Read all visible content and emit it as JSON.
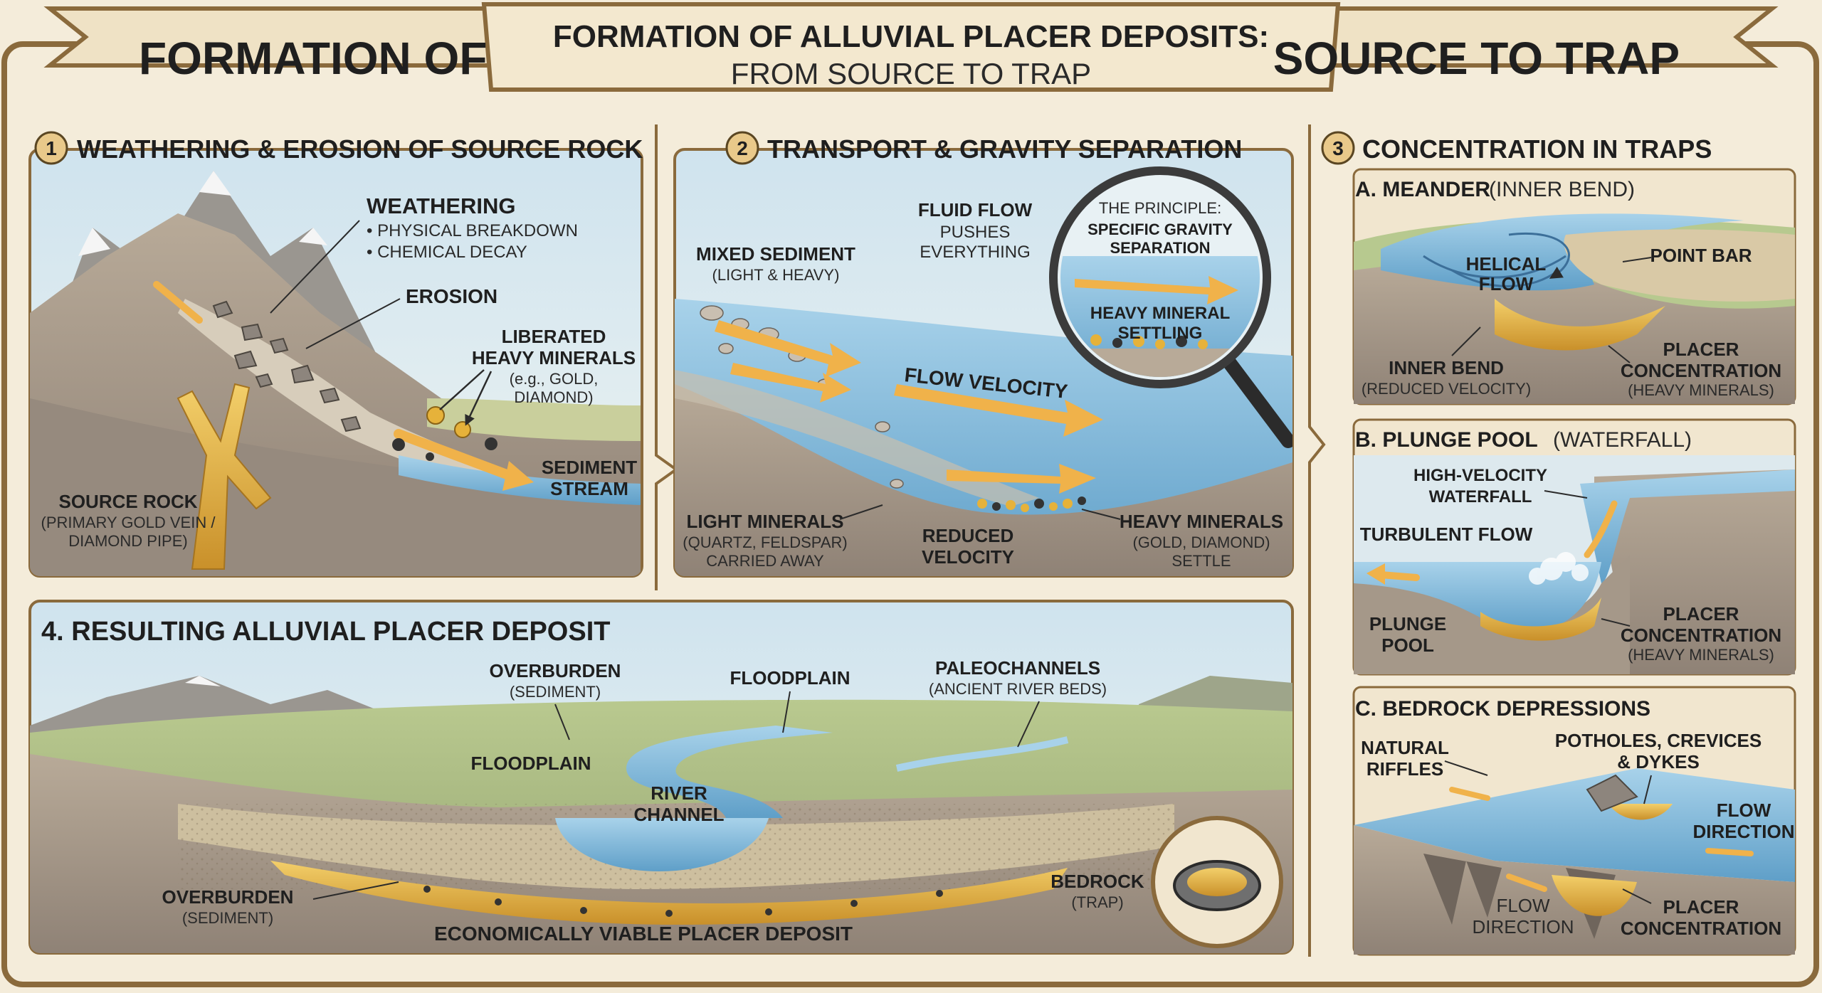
{
  "banner": {
    "left": "FORMATION OF",
    "center_title": "FORMATION OF ALLUVIAL PLACER DEPOSITS:",
    "center_sub": "FROM SOURCE TO TRAP",
    "right": "SOURCE TO TRAP"
  },
  "panel1": {
    "number": "1",
    "title": "WEATHERING & EROSION OF SOURCE ROCK",
    "weathering": "WEATHERING",
    "physical": "• PHYSICAL BREAKDOWN",
    "chemical": "• CHEMICAL DECAY",
    "erosion": "EROSION",
    "liberated_1": "LIBERATED",
    "liberated_2": "HEAVY MINERALS",
    "liberated_3": "(e.g., GOLD,",
    "liberated_4": "DIAMOND)",
    "sediment_1": "SEDIMENT",
    "sediment_2": "STREAM",
    "source_1": "SOURCE ROCK",
    "source_2": "(PRIMARY GOLD VEIN /",
    "source_3": "DIAMOND PIPE)"
  },
  "panel2": {
    "number": "2",
    "title": "TRANSPORT & GRAVITY SEPARATION",
    "mixed_1": "MIXED SEDIMENT",
    "mixed_2": "(LIGHT & HEAVY)",
    "fluid_1": "FLUID FLOW",
    "fluid_2": "PUSHES",
    "fluid_3": "EVERYTHING",
    "principle_1": "THE PRINCIPLE:",
    "principle_2": "SPECIFIC GRAVITY",
    "principle_3": "SEPARATION",
    "settling_1": "HEAVY MINERAL",
    "settling_2": "SETTLING",
    "flow_velocity": "FLOW VELOCITY",
    "light_1": "LIGHT MINERALS",
    "light_2": "(QUARTZ, FELDSPAR)",
    "light_3": "CARRIED AWAY",
    "reduced_1": "REDUCED",
    "reduced_2": "VELOCITY",
    "heavy_1": "HEAVY MINERALS",
    "heavy_2": "(GOLD, DIAMOND)",
    "heavy_3": "SETTLE"
  },
  "panel3": {
    "number": "3",
    "title": "CONCENTRATION IN TRAPS",
    "a_title": "A. MEANDER",
    "a_sub": "(INNER BEND)",
    "helical_1": "HELICAL",
    "helical_2": "FLOW",
    "point_bar": "POINT BAR",
    "inner_1": "INNER BEND",
    "inner_2": "(REDUCED VELOCITY)",
    "placer_1": "PLACER",
    "placer_2": "CONCENTRATION",
    "placer_3": "(HEAVY MINERALS)",
    "b_title": "B. PLUNGE POOL",
    "b_sub": "(WATERFALL)",
    "hv_1": "HIGH-VELOCITY",
    "hv_2": "WATERFALL",
    "turbulent": "TURBULENT FLOW",
    "plunge_1": "PLUNGE",
    "plunge_2": "POOL",
    "c_title": "C. BEDROCK DEPRESSIONS",
    "riffles_1": "NATURAL",
    "riffles_2": "RIFFLES",
    "potholes_1": "POTHOLES, CREVICES",
    "potholes_2": "& DYKES",
    "flowdir_1": "FLOW",
    "flowdir_2": "DIRECTION"
  },
  "panel4": {
    "title": "4. RESULTING ALLUVIAL PLACER DEPOSIT",
    "overburden": "OVERBURDEN",
    "sediment": "(SEDIMENT)",
    "floodplain": "FLOODPLAIN",
    "paleo_1": "PALEOCHANNELS",
    "paleo_2": "(ANCIENT RIVER BEDS)",
    "river_1": "RIVER",
    "river_2": "CHANNEL",
    "bedrock": "BEDROCK",
    "trap": "(TRAP)",
    "viable": "ECONOMICALLY VIABLE PLACER DEPOSIT"
  },
  "colors": {
    "parchment": "#f4ecda",
    "frame": "#8a6a3c",
    "water": "#7fb6d8",
    "gold": "#e0a93a",
    "rock": "#8b8078",
    "arrow": "#f0b24a"
  }
}
